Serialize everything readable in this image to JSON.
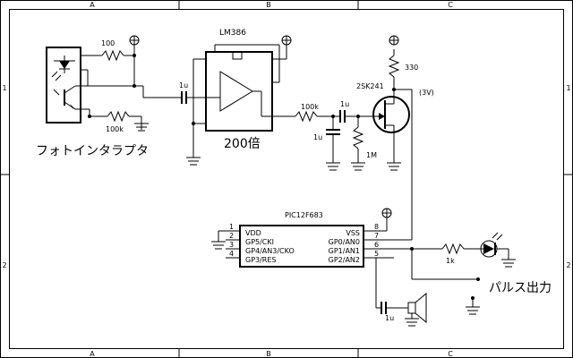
{
  "frame": {
    "top_cols": [
      "A",
      "B",
      "C"
    ],
    "bottom_cols": [
      "A",
      "B",
      "C"
    ],
    "left_rows": [
      "1",
      "2"
    ],
    "right_rows": [
      "1",
      "2"
    ]
  },
  "photo": {
    "label": "フォトインタラプタ",
    "r_top": "100",
    "r_bottom": "100k"
  },
  "amp": {
    "part": "LM386",
    "gain_label": "200倍",
    "c_in": "1u"
  },
  "jfet": {
    "part": "2SK241",
    "r_drain": "330",
    "r_in": "100k",
    "c_series": "1u",
    "c_shunt": "1u",
    "r_gate": "1M",
    "voltage_label": "(3V)"
  },
  "mcu": {
    "part": "PIC12F683",
    "left_pins": [
      {
        "num": "1",
        "name": "VDD"
      },
      {
        "num": "2",
        "name": "GP5/CKI"
      },
      {
        "num": "3",
        "name": "GP4/AN3/CKO"
      },
      {
        "num": "4",
        "name": "GP3/RES"
      }
    ],
    "right_pins": [
      {
        "num": "8",
        "name": "VSS"
      },
      {
        "num": "7",
        "name": "GP0/AN0"
      },
      {
        "num": "6",
        "name": "GP1/AN1"
      },
      {
        "num": "5",
        "name": "GP2/AN2"
      }
    ]
  },
  "output": {
    "r_led": "1k",
    "pulse_label": "パルス出力",
    "c_speaker": "1u"
  }
}
